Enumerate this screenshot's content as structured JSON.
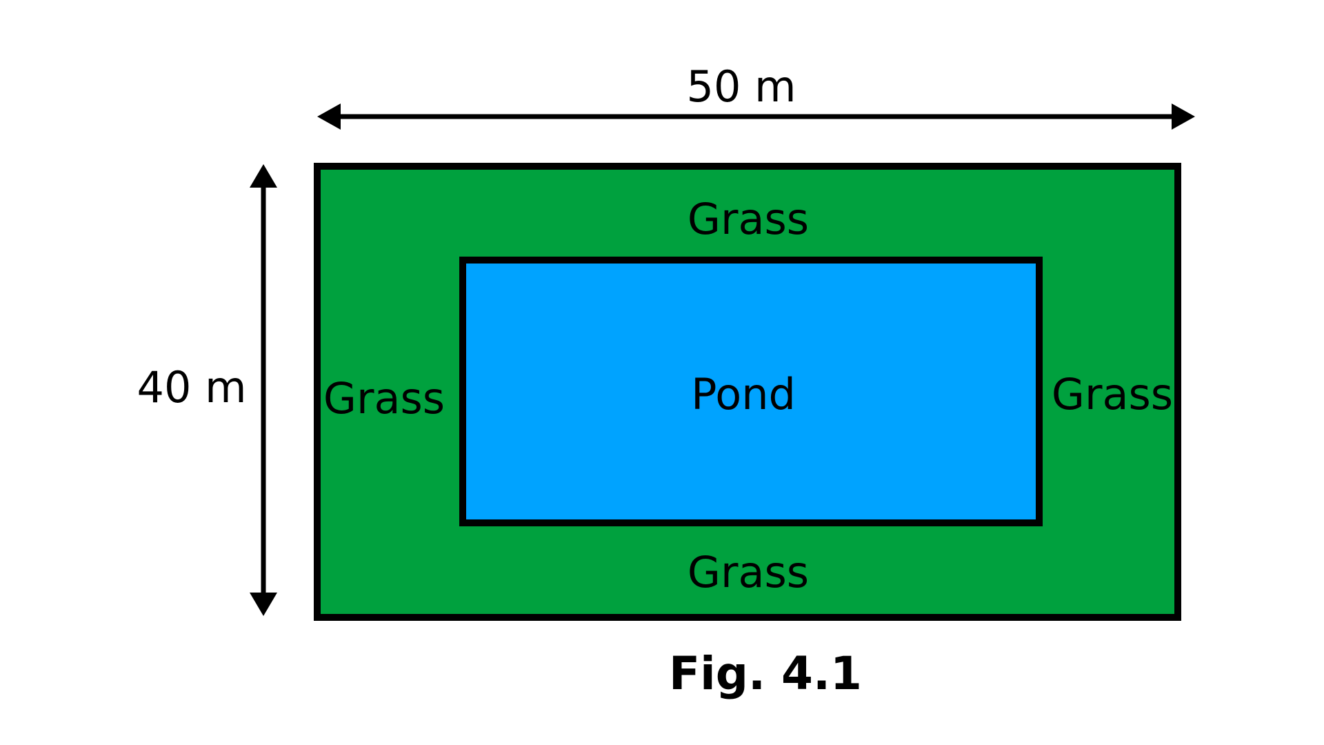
{
  "diagram": {
    "dimensions": {
      "width_label": "50 m",
      "height_label": "40 m",
      "width_value_m": 50,
      "height_value_m": 40
    },
    "regions": {
      "grass_top": "Grass",
      "grass_left": "Grass",
      "grass_right": "Grass",
      "grass_bottom": "Grass",
      "pond": "Pond"
    },
    "caption": "Fig. 4.1",
    "colors": {
      "grass": "#00A13E",
      "pond": "#00A3FF",
      "outline": "#000000"
    }
  }
}
